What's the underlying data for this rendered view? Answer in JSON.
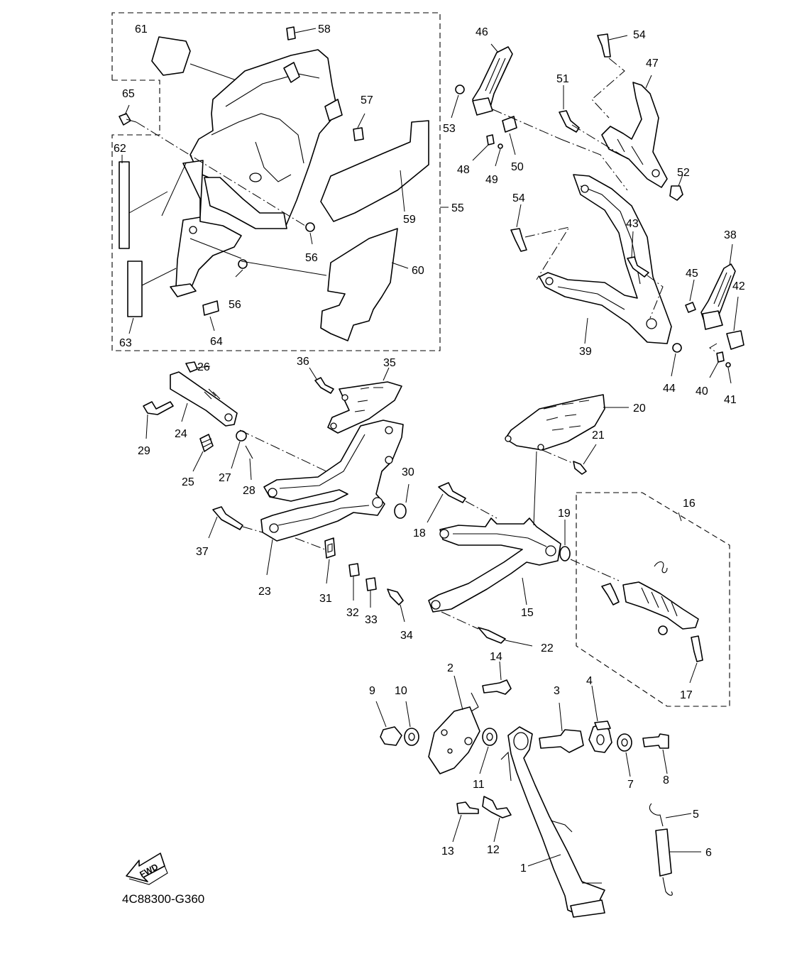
{
  "diagram_code": "4C88300-G360",
  "fwd_label": "FWD",
  "colors": {
    "ink": "#000000",
    "paper": "#ffffff"
  },
  "callouts": [
    "1",
    "2",
    "3",
    "4",
    "5",
    "6",
    "7",
    "8",
    "9",
    "10",
    "11",
    "12",
    "13",
    "14",
    "15",
    "16",
    "17",
    "18",
    "19",
    "20",
    "21",
    "22",
    "23",
    "24",
    "25",
    "26",
    "27",
    "28",
    "29",
    "30",
    "31",
    "32",
    "33",
    "34",
    "35",
    "36",
    "37",
    "38",
    "39",
    "40",
    "41",
    "42",
    "43",
    "44",
    "45",
    "46",
    "47",
    "48",
    "49",
    "50",
    "51",
    "52",
    "53",
    "54",
    "54",
    "55",
    "56",
    "56",
    "57",
    "58",
    "59",
    "60",
    "61",
    "62",
    "63",
    "64",
    "65"
  ]
}
